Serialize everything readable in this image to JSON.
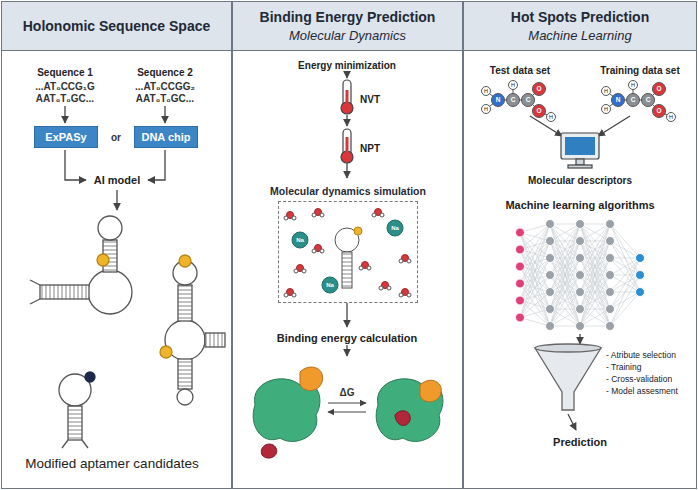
{
  "diagram": {
    "nodes": [
      {
        "text": [
          "Holonomic Sequence Space"
        ]
      },
      {
        "text": [
          "Binding Energy Prediction",
          "Molecular Dynamics"
        ]
      },
      {
        "text": [
          "Hot Spots Prediction",
          "Machine Learning"
        ]
      },
      {
        "text": [
          "ExPASy"
        ],
        "in": 0
      },
      {
        "text": [
          "DNA chip"
        ],
        "in": 0
      },
      {
        "text": [
          "Molecular dynamics simulation"
        ],
        "in": 1
      }
    ],
    "labels": [
      "Sequence 1",
      "...AT₀CCG₁G",
      "AAT₀T₀GC...",
      "Sequence 2",
      "...AT₀CCGG₂",
      "AAT₀T₀GC...",
      "or",
      "AI model",
      "Modified aptamer candidates",
      "Energy minimization",
      "NVT",
      "NPT",
      "Na",
      "Na",
      "Na",
      "Binding energy calculation",
      "ΔG",
      "Test data set",
      "Training data set",
      "H",
      "H",
      "N",
      "H",
      "C",
      "C",
      "O",
      "O",
      "H",
      "H",
      "H",
      "N",
      "H",
      "C",
      "C",
      "O",
      "O",
      "H",
      "Molecular descriptors",
      "Machine learning algorithms",
      "- Atribute selection",
      "- Training",
      "- Cross-validation",
      "- Model assesment",
      "Prediction"
    ]
  }
}
